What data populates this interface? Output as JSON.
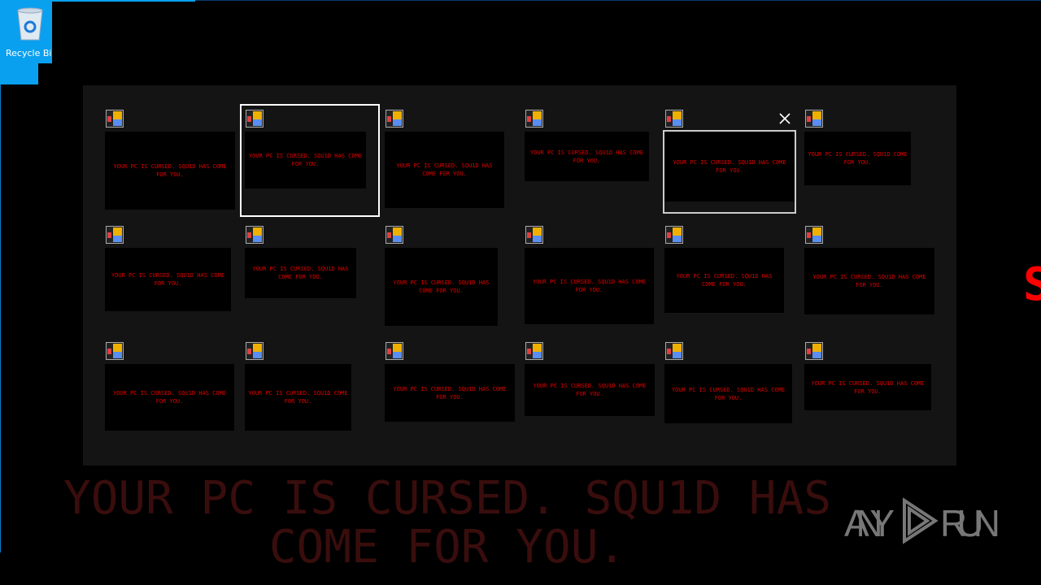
{
  "desktop": {
    "recycle_bin_label": "Recycle Bin"
  },
  "background_message": {
    "line1": "YOUR PC IS CURSED. SQU1D HAS",
    "line2": "COME FOR YOU.",
    "color": "#ff0000"
  },
  "task_switcher": {
    "hovered_index": 1,
    "selected_index": 4,
    "close_icon": "close-icon",
    "window_icon": "app-window-icon",
    "windows": [
      {
        "text": "YOUR PC IS CURSED. SQU1D HAS COME FOR YOU."
      },
      {
        "text": "YOUR PC IS CURSED. SQU1D HAS COME FOR YOU."
      },
      {
        "text": "YOUR PC IS CURSED. SQU1D HAS COME FOR YOU."
      },
      {
        "text": "YOUR PC IS CURSED. SQU1D HAS COME FOR YOU."
      },
      {
        "text": "YOUR PC IS CURSED. SQU1D HAS COME FOR YOU."
      },
      {
        "text": "YOUR PC IS CURSED. SQU1D COME FOR YOU."
      },
      {
        "text": "YOUR PC IS CURSED. SQU1D HAS COME FOR YOU."
      },
      {
        "text": "YOUR PC IS CURSED. SQU1D HAS COME FOR YOU."
      },
      {
        "text": "YOUR PC IS CURSED. SQU1D HAS COME FOR YOU."
      },
      {
        "text": "YOUR PC IS CURSED. SQU1D HAS COME FOR YOU."
      },
      {
        "text": "YOUR PC IS CURSED. SQU1D HAS COME FOR YOU."
      },
      {
        "text": "YOUR PC IS CURSED. SQU1D HAS COME FOR YOU."
      },
      {
        "text": "YOUR PC IS CURSED. SQU1D HAS COME FOR YOU."
      },
      {
        "text": "YOUR PC IS CURSED. SQU1D COME FOR YOU."
      },
      {
        "text": "YOUR PC IS CURSED. SQU1D HAS COME FOR YOU."
      },
      {
        "text": "YOUR PC IS CURSED. SQU1D HAS COME FOR YOU."
      },
      {
        "text": "YOUR PC IS CURSED. SQU1D HAS COME FOR YOU."
      },
      {
        "text": "YOUR PC IS CURSED. SQU1D HAS COME FOR YOU."
      }
    ]
  },
  "watermark": {
    "left": "ANY",
    "right": "RUN"
  }
}
